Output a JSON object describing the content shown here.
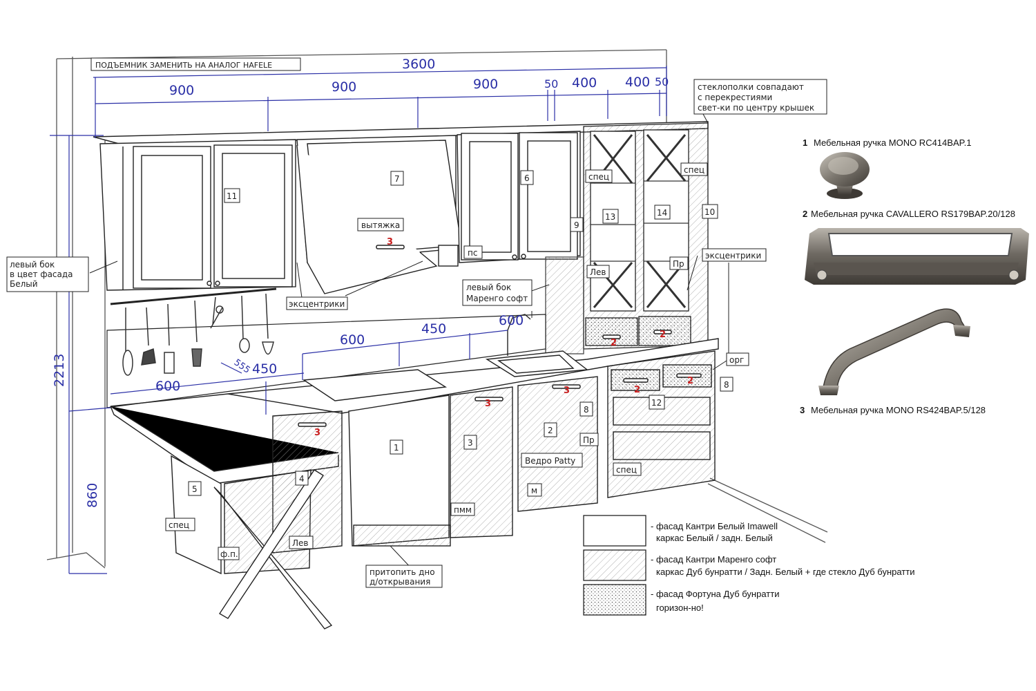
{
  "top_note": "ПОДЪЕМНИК ЗАМЕНИТЬ НА АНАЛОГ HAFELE",
  "glass_note": [
    "стеклополки совпадают",
    "с перекрестиями",
    "свет-ки по центру крышек"
  ],
  "left_side_note": [
    "левый бок",
    "в цвет фасада",
    "Белый"
  ],
  "mid_side_note": [
    "левый бок",
    "Маренго софт"
  ],
  "bottom_note": [
    "притопить дно",
    "д/открывания"
  ],
  "labels": {
    "hood": "вытяжка",
    "ps": "пс",
    "eccentrics_left": "эксцентрики",
    "eccentrics_right": "эксцентрики",
    "spec_glass_left": "спец",
    "spec_glass_right": "спец",
    "lev_glass": "Лев",
    "pr_glass": "Пр",
    "org": "орг",
    "pr_base": "Пр",
    "spec_base_right": "спец",
    "bin": "Ведро Patty",
    "m": "м",
    "pmm": "пмм",
    "spec_base_left": "спец",
    "lev_base": "Лев",
    "fp": "ф.п."
  },
  "dimensions": {
    "total_width": "3600",
    "top_segments": [
      "900",
      "900",
      "900",
      "50",
      "400",
      "400",
      "50"
    ],
    "counter_segments": [
      "600",
      "450",
      "600"
    ],
    "bar_depth": "555",
    "bar_width": "450",
    "bar_length": "600",
    "total_height": "2213",
    "base_height": "860"
  },
  "cabinet_numbers": [
    "1",
    "2",
    "3",
    "4",
    "5",
    "6",
    "7",
    "8",
    "8",
    "9",
    "10",
    "11",
    "12",
    "13",
    "14"
  ],
  "handle_markers": [
    "3",
    "3",
    "3",
    "3",
    "2",
    "2",
    "2",
    "2"
  ],
  "handles": [
    {
      "num": "1",
      "name": "Мебельная ручка MONO RC414BAP.1"
    },
    {
      "num": "2",
      "name": "Мебельная ручка CAVALLERO RS179BAP.20/128"
    },
    {
      "num": "3",
      "name": "Мебельная ручка MONO RS424BAP.5/128"
    }
  ],
  "legend": [
    {
      "line1": "- фасад Кантри Белый Imawell",
      "line2": "каркас Белый / задн. Белый"
    },
    {
      "line1": "- фасад Кантри Маренго софт",
      "line2": "каркас Дуб бунратти / Задн. Белый + где стекло Дуб бунратти"
    },
    {
      "line1": "- фасад Фортуна Дуб бунратти",
      "line2": "горизон-но!"
    }
  ],
  "colors": {
    "dimension": "#2a2fa6",
    "marker": "#c81e1e",
    "line": "#222222",
    "metal": "#6f6a63"
  }
}
